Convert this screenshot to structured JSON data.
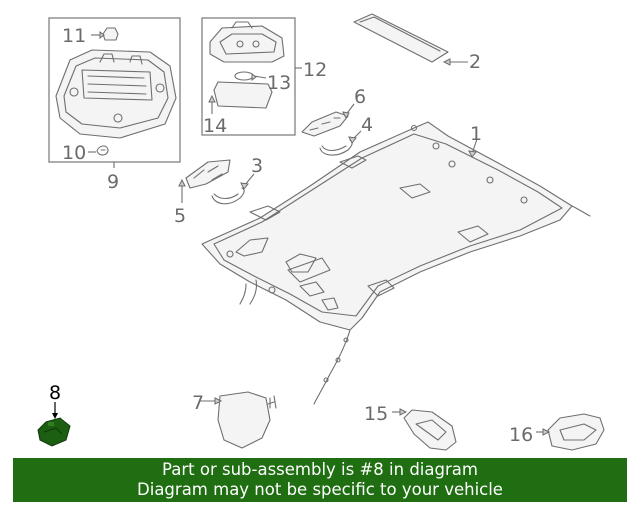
{
  "diagram": {
    "callouts": [
      "1",
      "2",
      "3",
      "4",
      "5",
      "6",
      "7",
      "8",
      "9",
      "10",
      "11",
      "12",
      "13",
      "14",
      "15",
      "16"
    ],
    "highlighted_part": "8",
    "colors": {
      "highlight": "#1f6e12",
      "line": "#6f6f6f",
      "label": "#6b6b6b"
    }
  },
  "banner": {
    "line1": "Part or sub-assembly is #8 in diagram",
    "line2": "Diagram may not be specific to your vehicle"
  }
}
